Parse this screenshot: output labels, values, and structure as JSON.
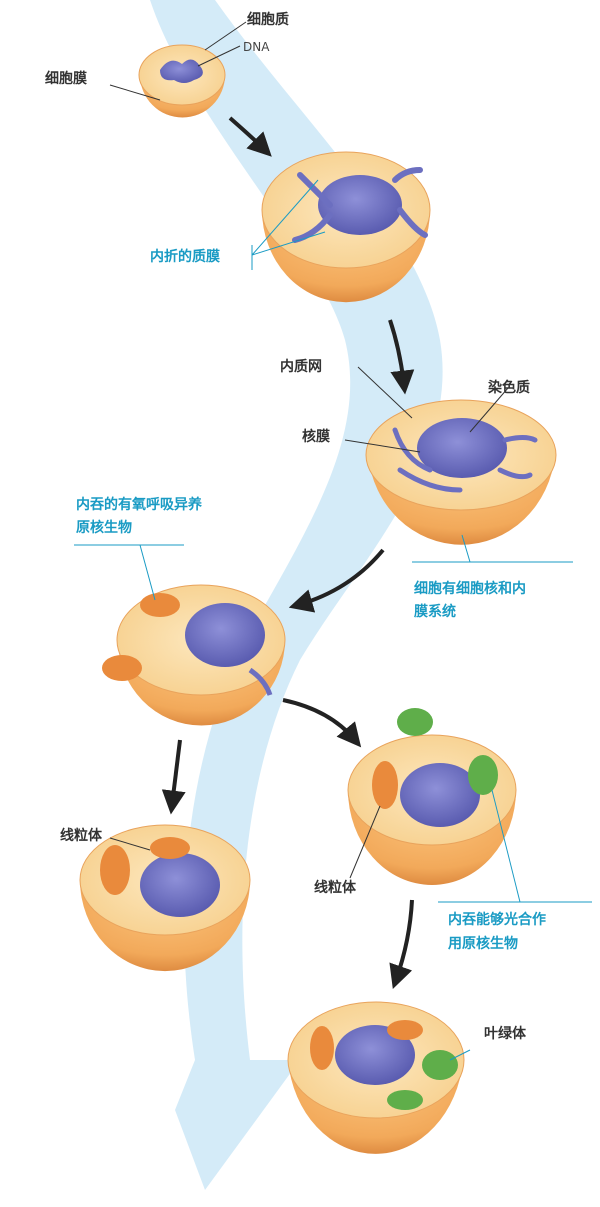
{
  "colors": {
    "arrow_band": "#cfe9f7",
    "cell_shell": "#f2a95a",
    "cell_shell_dark": "#d9833a",
    "cytoplasm": "#f9d9a4",
    "nucleus": "#6c6fc0",
    "mitochondrion": "#e98a3c",
    "chloroplast": "#5fae4a",
    "blue_label": "#1a9bc4",
    "gray_label": "#333333"
  },
  "labels": {
    "cytoplasm": "细胞质",
    "dna": "DNA",
    "cell_membrane": "细胞膜",
    "infolded_membrane": "内折的质膜",
    "endoplasmic_reticulum": "内质网",
    "chromatin": "染色质",
    "nuclear_membrane": "核膜",
    "nucleus_system_line1": "细胞有细胞核和内",
    "nucleus_system_line2": "膜系统",
    "aerobic_line1": "内吞的有氧呼吸异养",
    "aerobic_line2": "原核生物",
    "mito_left": "线粒体",
    "mito_right": "线粒体",
    "photo_line1": "内吞能够光合作",
    "photo_line2": "用原核生物",
    "chloroplast": "叶绿体"
  }
}
